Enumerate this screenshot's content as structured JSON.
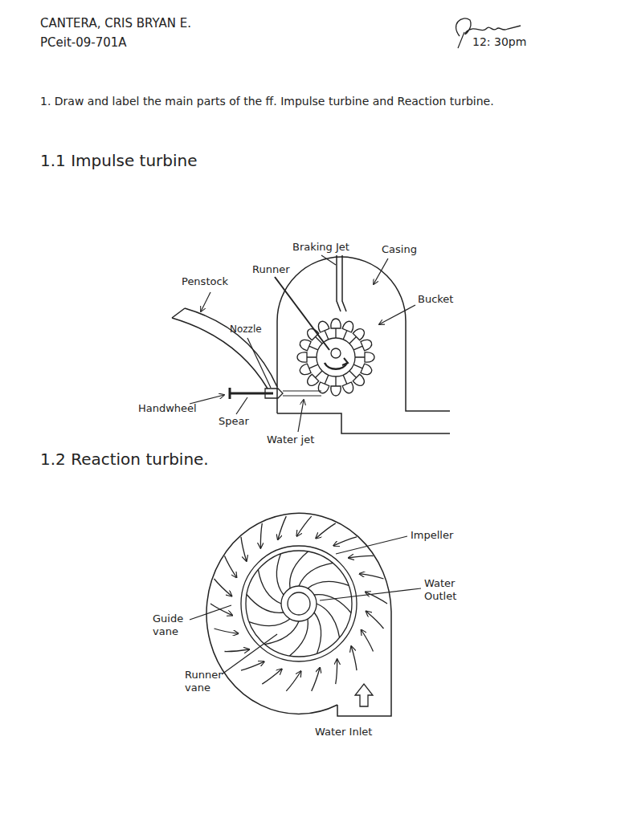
{
  "diagram": {
    "labels": [
      "CANTERA, CRIS BRYAN E.",
      "PCeit-09-701A",
      "12: 30pm",
      "1. Draw and label the main parts of the ff. Impulse turbine and Reaction turbine.",
      "1.1 Impulse turbine",
      "Braking Jet",
      "Casing",
      "Runner",
      "Penstock",
      "Bucket",
      "Nozzle",
      "Handwheel",
      "Spear",
      "Water jet",
      "1.2 Reaction turbine.",
      "Impeller",
      "Water Outlet",
      "Guide vane",
      "Runner vane",
      "Water Inlet"
    ]
  }
}
